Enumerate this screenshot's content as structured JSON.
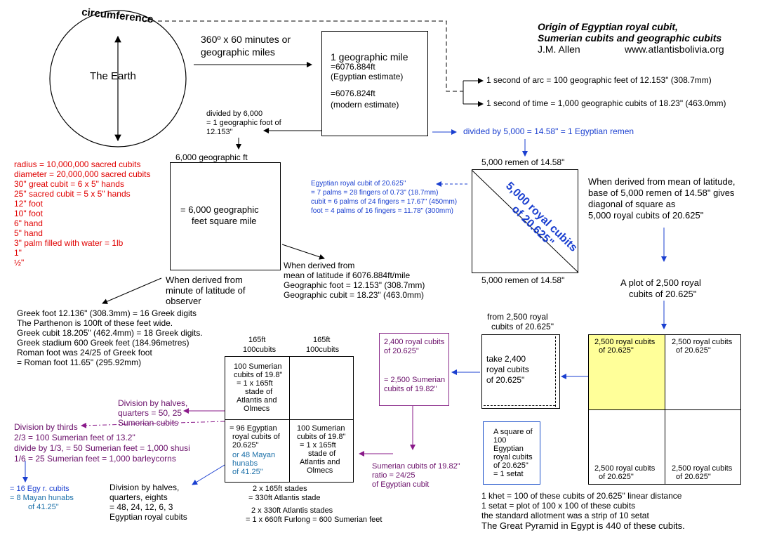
{
  "title": {
    "line1": "Origin of Egyptian royal cubit,",
    "line2": "Sumerian cubits and geographic cubits",
    "author": "J.M. Allen",
    "website": "www.atlantisbolivia.org"
  },
  "earth": {
    "circumference_label": "circumference",
    "center_label": "The Earth",
    "arc_label": [
      "360º x 60 minutes or",
      "geographic miles"
    ]
  },
  "geo_mile_box": {
    "title": "1 geographic mile",
    "egyptian_value": "=6076.884ft",
    "egyptian_note": "(Egyptian estimate)",
    "modern_value": "=6076.824ft",
    "modern_note": "(modern estimate)"
  },
  "seconds": {
    "arc": "1 second of arc = 100 geographic feet of 12.153\" (308.7mm)",
    "time": "1 second of time = 1,000 geographic cubits of 18.23\" (463.0mm)"
  },
  "divided_6000": [
    "divided by 6,000",
    "= 1 geographic foot of",
    "12.153\""
  ],
  "divided_5000": "divided by 5,000 = 14.58\" = 1 Egyptian remen",
  "sacred_list": [
    "radius = 10,000,000 sacred cubits",
    "diameter = 20,000,000 sacred cubits",
    "30\" great cubit = 6 x 5\" hands",
    "25\" sacred cubit = 5 x 5\" hands",
    "12\" foot",
    "10\" foot",
    "6\" hand",
    "5\" hand",
    "3\" palm filled with water = 1lb",
    "1\"",
    "½\""
  ],
  "geo_square": {
    "top_label": "6,000 geographic  ft",
    "center": [
      "= 6,000 geographic",
      "feet square mile"
    ]
  },
  "latitude_derived_left": [
    "When derived from",
    "minute of latitude of",
    "observer"
  ],
  "latitude_derived_mean": [
    "When derived from",
    "mean of latitude if  6076.884ft/mile",
    "Geographic foot = 12.153\" (308.7mm)",
    "Geographic cubit = 18.23\"  (463.0mm)"
  ],
  "egyptian_cubit_note": [
    "Egyptian royal cubit of 20.625\"",
    "= 7 palms = 28 fingers of 0.73\" (18.7mm)",
    "cubit = 6 palms of 24 fingers = 17.67\" (450mm)",
    "foot = 4 palms of 16 fingers = 11.78\" (300mm)"
  ],
  "remen_square": {
    "top_label": "5,000 remen of 14.58\"",
    "bottom_label": "5,000 remen of 14.58\"",
    "diagonal_line1": "5,000 royal cubits",
    "diagonal_line2": "of 20.625\""
  },
  "mean_lat_note": [
    "When derived from mean of latitude,",
    "base of 5,000 remen of 14.58\" gives",
    "diagonal of square as",
    "5,000 royal cubits of 20.625\""
  ],
  "plot_label": [
    "A plot of 2,500 royal",
    "cubits of 20.625\""
  ],
  "plot_grid": {
    "tl": [
      "2,500 royal cubits",
      "of 20.625\""
    ],
    "tr": [
      "2,500 royal cubits",
      "of 20.625\""
    ],
    "bl": [
      "2,500 royal cubits",
      "of 20.625\""
    ],
    "br": [
      "2,500 royal cubits",
      "of 20.625\""
    ],
    "highlight_color": "#ffff99"
  },
  "greek_list": [
    "Greek foot 12.136\" (308.3mm) = 16 Greek digits",
    "The Parthenon is 100ft of these feet wide.",
    "Greek cubit 18.205\" (462.4mm) = 18 Greek digits.",
    "Greek stadium 600 Greek feet (184.96metres)",
    "Roman foot was 24/25 of Greek foot",
    "  =  Roman foot 11.65\" (295.92mm)"
  ],
  "from_2500": [
    "from 2,500 royal",
    "cubits of 20.625\""
  ],
  "take_2400": [
    "take 2,400",
    "royal cubits",
    "of 20.625\""
  ],
  "box_2400": {
    "top": [
      "2,400 royal cubits",
      "of 20.625\""
    ],
    "bottom": [
      "= 2,500 Sumerian",
      "cubits of 19.82\""
    ]
  },
  "sumerian_ratio": [
    "Sumerian cubits of 19.82\"",
    "ratio = 24/25",
    "of Egyptian cubit"
  ],
  "square_100": [
    "A square of",
    "100",
    "Egyptian",
    "royal cubits",
    "of 20.625\"",
    "= 1 setat"
  ],
  "khet_notes": [
    "1 khet = 100 of these cubits of 20.625\" linear distance",
    "1 setat = plot of 100 x 100 of these cubits",
    "the standard allotment was a strip of 10 setat",
    "The Great Pyramid in Egypt is 440 of these cubits."
  ],
  "stade_grid": {
    "col1_header": [
      "165ft",
      "100cubits"
    ],
    "col2_header": [
      "165ft",
      "100cubits"
    ],
    "tl": [
      "100 Sumerian",
      "cubits of 19.8\"",
      "= 1 x 165ft",
      "stade of",
      "Atlantis and",
      "Olmecs"
    ],
    "bl_black": [
      "= 96 Egyptian",
      "royal cubits of",
      "20.625\""
    ],
    "bl_blue": [
      "or 48 Mayan",
      "hunabs",
      "of 41.25\""
    ],
    "br": [
      "100 Sumerian",
      "cubits of 19.8\"",
      "= 1 x 165ft",
      "stade of",
      "Atlantis and",
      "Olmecs"
    ],
    "below1": [
      "2 x 165ft stades",
      "= 330ft Atlantis stade"
    ],
    "below2": [
      "2 x 330ft Atlantis stades",
      "= 1 x 660ft Furlong = 600 Sumerian feet"
    ]
  },
  "halves_sumerian": [
    "Division by halves,",
    "quarters = 50, 25",
    "Sumerian cubits"
  ],
  "thirds": [
    "Division by thirds",
    "2/3 = 100 Sumerian feet of 13.2\"",
    "divide by 1/3, = 50 Sumerian feet = 1,000 shusi",
    "1/6 = 25 Sumerian feet = 1,000 barleycorns"
  ],
  "egy_mayan": {
    "line1": "= 16 Egy r. cubits",
    "line2": "=   8 Mayan hunabs",
    "line3": "of 41.25\""
  },
  "halves_egyptian": [
    "Division by halves,",
    "quarters, eights",
    "= 48, 24, 12, 6, 3",
    "Egyptian royal cubits"
  ],
  "colors": {
    "red": "#e00000",
    "purple": "#7a1a7a",
    "blue": "#1a4fc9",
    "yellow": "#ffff99"
  }
}
